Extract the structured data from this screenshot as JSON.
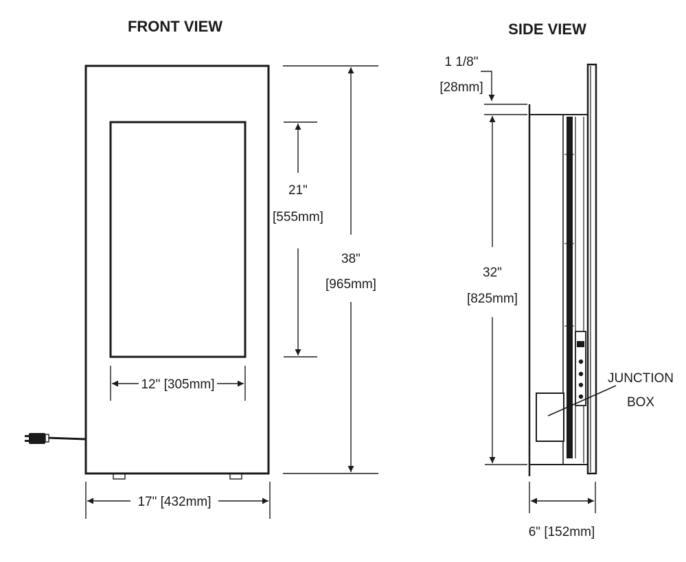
{
  "front_view": {
    "title": "FRONT VIEW",
    "height_outer": {
      "imperial": "38\"",
      "metric": "[965mm]"
    },
    "height_screen": {
      "imperial": "21\"",
      "metric": "[555mm]"
    },
    "width_screen": {
      "label": "12\" [305mm]"
    },
    "width_outer": {
      "label": "17\" [432mm]"
    }
  },
  "side_view": {
    "title": "SIDE VIEW",
    "offset_top": {
      "imperial": "1 1/8\"",
      "metric": "[28mm]"
    },
    "height_body": {
      "imperial": "32\"",
      "metric": "[825mm]"
    },
    "depth": {
      "label": "6\" [152mm]"
    },
    "junction_box": {
      "line1": "JUNCTION",
      "line2": "BOX"
    }
  },
  "colors": {
    "ink": "#1a1a1a",
    "background": "#ffffff"
  }
}
